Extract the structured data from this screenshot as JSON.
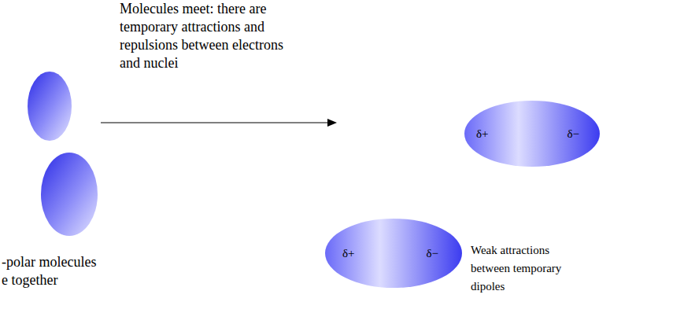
{
  "diagram": {
    "nodes": [
      {
        "text": [
          "δ+",
          "δ−"
        ]
      },
      {
        "text": [
          "δ+",
          "δ−"
        ]
      }
    ],
    "labels": [
      "Molecules meet: there are temporary attractions and repulsions between electrons and nuclei",
      "-polar molecules e together",
      "Weak attractions between temporary dipoles"
    ]
  }
}
